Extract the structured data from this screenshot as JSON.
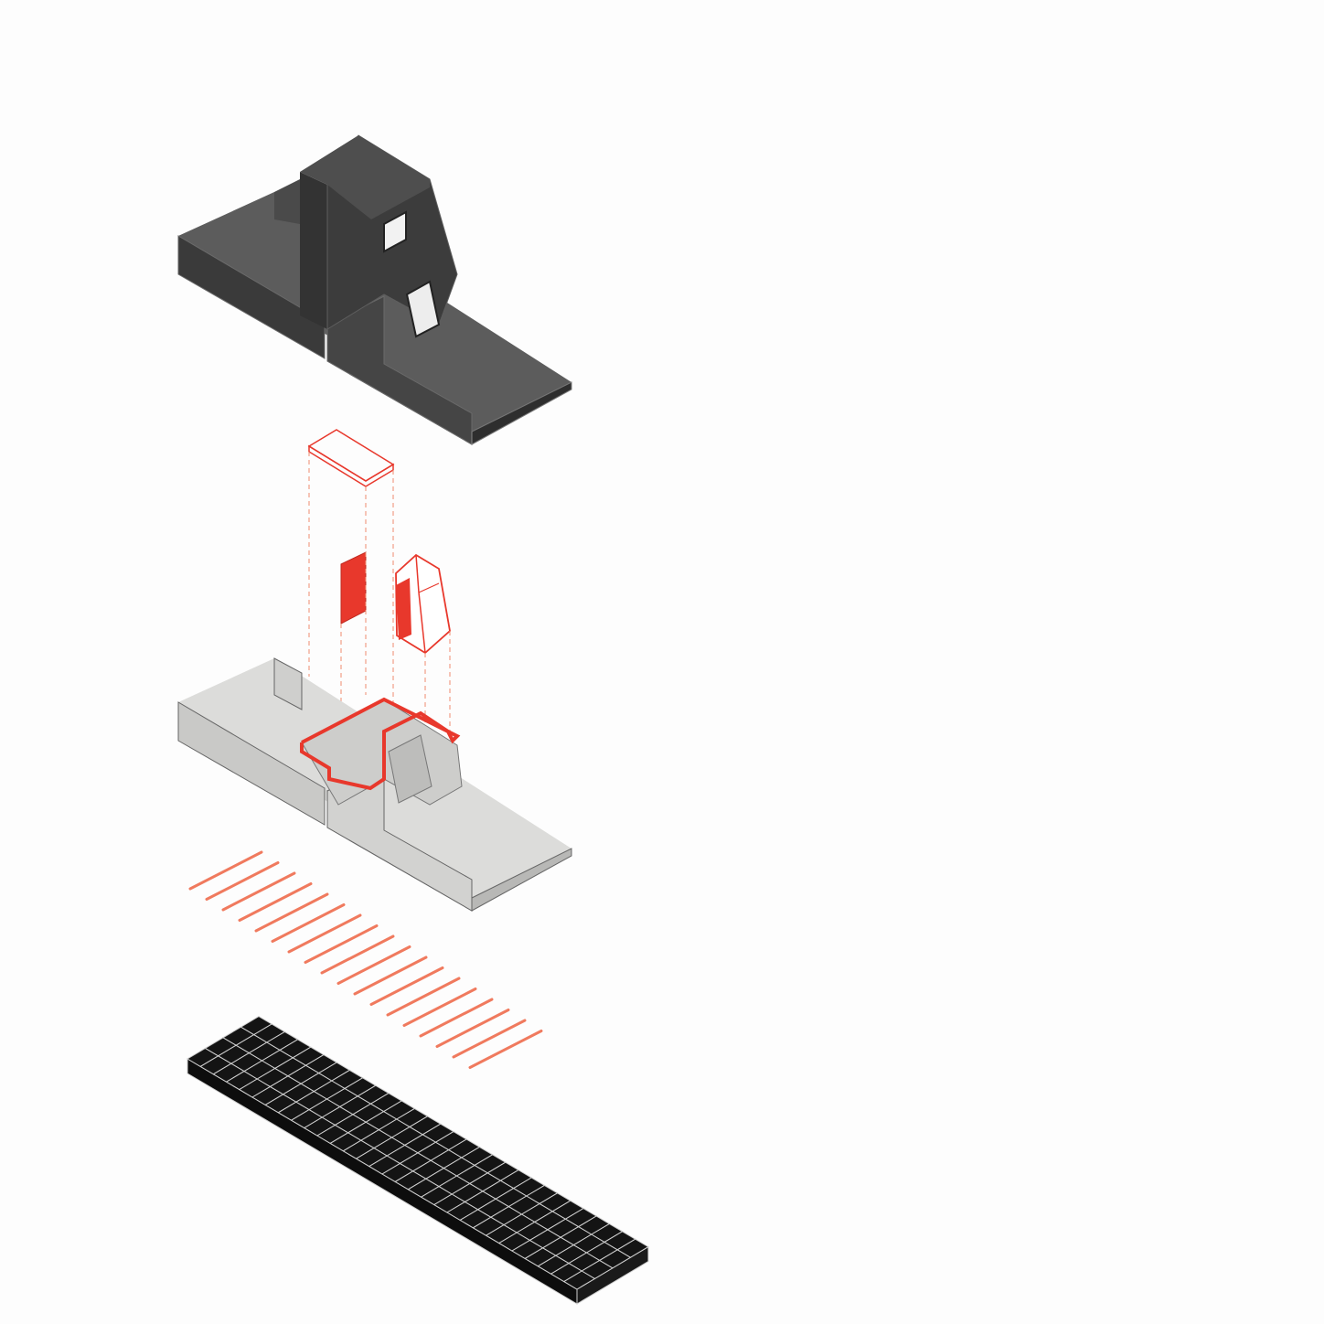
{
  "diagram": {
    "kind": "exploded-axonometric",
    "layers": [
      {
        "id": "charred-timber-enclosure",
        "fill": "#3e3e3e"
      },
      {
        "id": "red-roof-and-wall-inserts",
        "stroke": "#e8382c"
      },
      {
        "id": "concrete-ground-shell",
        "fill": "#d8d8d6"
      },
      {
        "id": "joists",
        "stroke": "#f07a5e",
        "count": 18
      },
      {
        "id": "black-foundation-grid",
        "fill": "#141414"
      }
    ],
    "colors": {
      "background": "#fdfdfd",
      "dark_timber": "#3e3e3e",
      "dark_timber_light": "#5a5a5a",
      "concrete": "#d8d8d6",
      "concrete_dark": "#c4c4c2",
      "accent_red": "#e8382c",
      "joist_orange": "#f07a5e",
      "foundation_black": "#141414",
      "outline": "#555555"
    }
  }
}
